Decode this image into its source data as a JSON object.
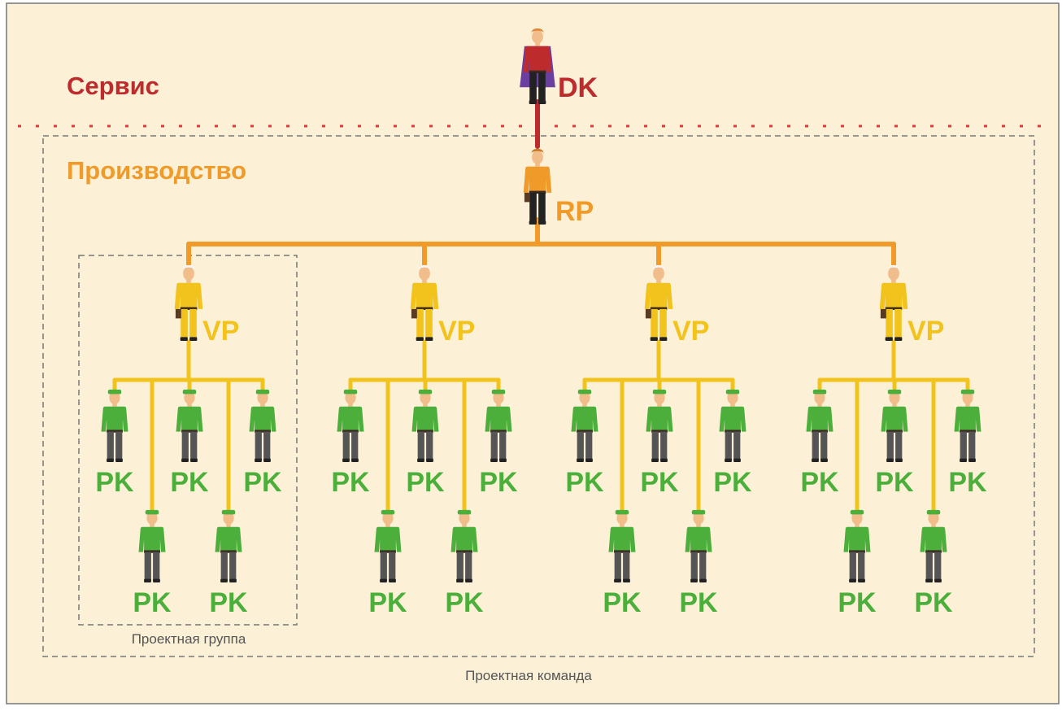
{
  "sections": {
    "service_label": "Сервис",
    "production_label": "Производство"
  },
  "roles": {
    "director": "DK",
    "production_head": "RP",
    "group_leads": [
      "VP",
      "VP",
      "VP",
      "VP"
    ],
    "member_label": "PK",
    "members_per_group": 5
  },
  "captions": {
    "project_group": "Проектная группа",
    "project_team": "Проектная команда"
  },
  "colors": {
    "background": "#fcf1d7",
    "border": "#777777",
    "service": "#be2b2c",
    "production": "#ef9a29",
    "lead": "#f2c21d",
    "member": "#4caf3c",
    "caption": "#555555"
  }
}
